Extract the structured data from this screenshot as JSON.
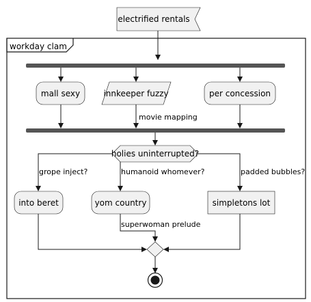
{
  "start_signal": "electrified rentals",
  "partition": {
    "label": "workday clam"
  },
  "fork_branches": [
    {
      "label": "mall sexy"
    },
    {
      "label": "innkeeper fuzzy"
    },
    {
      "label": "per concession"
    }
  ],
  "fork_edge_label": "movie mapping",
  "decision": {
    "label": "holies uninterrupted?"
  },
  "branches": [
    {
      "guard": "grope inject?",
      "activity": "into beret"
    },
    {
      "guard": "humanoid whomever?",
      "activity": "yom country"
    },
    {
      "guard": "padded bubbles?",
      "activity": "simpletons lot"
    }
  ],
  "merge_edge_label": "superwoman prelude"
}
